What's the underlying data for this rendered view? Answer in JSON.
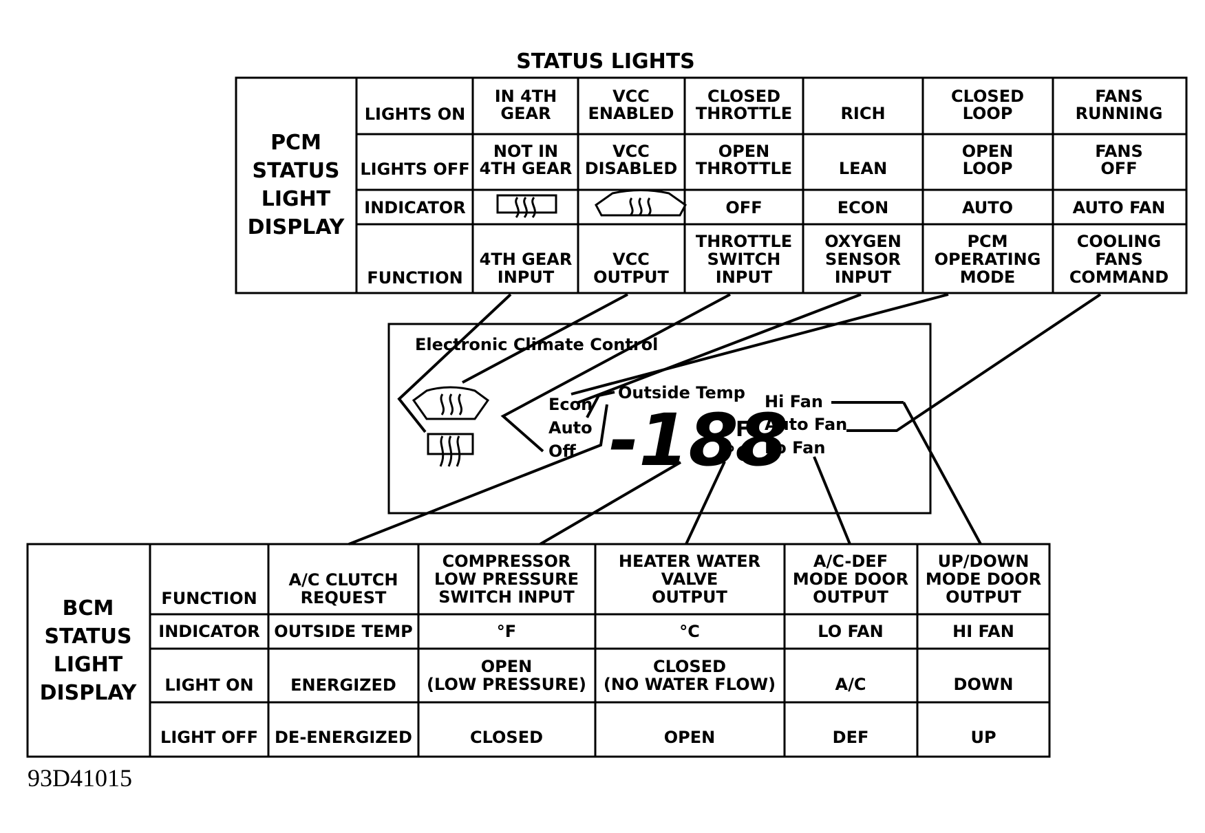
{
  "status_lights_title": "STATUS LIGHTS",
  "pcm_table": {
    "header": [
      "PCM",
      "STATUS",
      "LIGHT",
      "DISPLAY"
    ],
    "rows": [
      {
        "label": "LIGHTS ON",
        "cells": [
          [
            "IN 4TH",
            "GEAR"
          ],
          [
            "VCC",
            "ENABLED"
          ],
          [
            "CLOSED",
            "THROTTLE"
          ],
          [
            "RICH"
          ],
          [
            "CLOSED",
            "LOOP"
          ],
          [
            "FANS",
            "RUNNING"
          ]
        ]
      },
      {
        "label": "LIGHTS OFF",
        "cells": [
          [
            "NOT IN",
            "4TH GEAR"
          ],
          [
            "VCC",
            "DISABLED"
          ],
          [
            "OPEN",
            "THROTTLE"
          ],
          [
            "LEAN"
          ],
          [
            "OPEN",
            "LOOP"
          ],
          [
            "FANS",
            "OFF"
          ]
        ]
      },
      {
        "label": "INDICATOR",
        "cells": [
          [
            "rear-defrost-icon"
          ],
          [
            "front-defrost-icon"
          ],
          [
            "OFF"
          ],
          [
            "ECON"
          ],
          [
            "AUTO"
          ],
          [
            "AUTO FAN"
          ]
        ]
      },
      {
        "label": "FUNCTION",
        "cells": [
          [
            "4TH GEAR",
            "INPUT"
          ],
          [
            "VCC",
            "OUTPUT"
          ],
          [
            "THROTTLE",
            "SWITCH",
            "INPUT"
          ],
          [
            "OXYGEN",
            "SENSOR",
            "INPUT"
          ],
          [
            "PCM",
            "OPERATING",
            "MODE"
          ],
          [
            "COOLING",
            "FANS",
            "COMMAND"
          ]
        ]
      }
    ]
  },
  "panel": {
    "title": "Electronic Climate Control",
    "econ": "Econ",
    "auto": "Auto",
    "off": "Off",
    "outside_temp": "Outside Temp",
    "display": "-188",
    "deg_f": "°F",
    "deg_c": "°C",
    "hi_fan": "Hi Fan",
    "auto_fan": "Auto Fan",
    "lo_fan": "Lo Fan"
  },
  "bcm_table": {
    "header": [
      "BCM",
      "STATUS",
      "LIGHT",
      "DISPLAY"
    ],
    "rows": [
      {
        "label": "FUNCTION",
        "cells": [
          [
            "A/C CLUTCH",
            "REQUEST"
          ],
          [
            "COMPRESSOR",
            "LOW PRESSURE",
            "SWITCH INPUT"
          ],
          [
            "HEATER WATER",
            "VALVE",
            "OUTPUT"
          ],
          [
            "A/C-DEF",
            "MODE DOOR",
            "OUTPUT"
          ],
          [
            "UP/DOWN",
            "MODE DOOR",
            "OUTPUT"
          ]
        ]
      },
      {
        "label": "INDICATOR",
        "cells": [
          [
            "OUTSIDE TEMP"
          ],
          [
            "°F"
          ],
          [
            "°C"
          ],
          [
            "LO FAN"
          ],
          [
            "HI FAN"
          ]
        ]
      },
      {
        "label": "LIGHT ON",
        "cells": [
          [
            "ENERGIZED"
          ],
          [
            "OPEN",
            "(LOW PRESSURE)"
          ],
          [
            "CLOSED",
            "(NO WATER FLOW)"
          ],
          [
            "A/C"
          ],
          [
            "DOWN"
          ]
        ]
      },
      {
        "label": "LIGHT OFF",
        "cells": [
          [
            "DE-ENERGIZED"
          ],
          [
            "CLOSED"
          ],
          [
            "OPEN"
          ],
          [
            "DEF"
          ],
          [
            "UP"
          ]
        ]
      }
    ]
  },
  "figure_id": "93D41015"
}
